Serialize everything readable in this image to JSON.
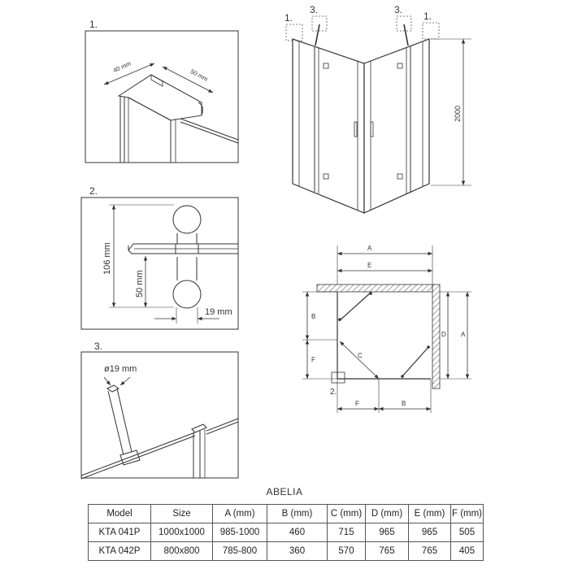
{
  "callouts": {
    "detail1": "1.",
    "detail2": "2.",
    "detail3": "3.",
    "iso_left_1": "1.",
    "iso_left_3": "3.",
    "iso_right_3": "3.",
    "iso_right_1": "1.",
    "plan_2": "2."
  },
  "detail1": {
    "dim_40": "40 mm",
    "dim_50": "50 mm"
  },
  "detail2": {
    "dim_106": "106 mm",
    "dim_50": "50 mm",
    "dim_19": "19 mm"
  },
  "detail3": {
    "dim_diameter": "ø19 mm"
  },
  "iso": {
    "height": "2000"
  },
  "plan": {
    "A_top": "A",
    "E_top": "E",
    "B_left": "B",
    "F_left": "F",
    "C_diag": "C",
    "D_right": "D",
    "A_right": "A",
    "F_bottom": "F",
    "B_bottom": "B"
  },
  "table": {
    "title": "ABELIA",
    "headers": [
      "Model",
      "Size",
      "A (mm)",
      "B (mm)",
      "C (mm)",
      "D (mm)",
      "E (mm)",
      "F (mm)"
    ],
    "rows": [
      [
        "KTA 041P",
        "1000x1000",
        "985-1000",
        "460",
        "715",
        "965",
        "965",
        "505"
      ],
      [
        "KTA 042P",
        "800x800",
        "785-800",
        "360",
        "570",
        "765",
        "765",
        "405"
      ]
    ]
  },
  "colors": {
    "line": "#333333",
    "dim": "#444444"
  }
}
